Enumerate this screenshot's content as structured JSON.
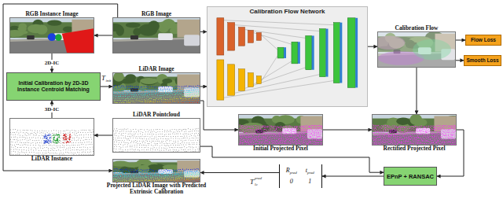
{
  "diagram": {
    "nodes": [
      {
        "text": [
          "RGB Instance Image"
        ]
      },
      {
        "text": [
          "RGB Image"
        ]
      },
      {
        "text": [
          "Calibration Flow Network"
        ]
      },
      {
        "text": [
          "Calibration Flow"
        ]
      },
      {
        "text": [
          "Flow Loss"
        ]
      },
      {
        "text": [
          "Smooth Loss"
        ]
      },
      {
        "text": [
          "Initial Calibration by 2D-3D Instance Centroid Matching"
        ]
      },
      {
        "text": [
          "LiDAR Image"
        ]
      },
      {
        "text": [
          "LiDAR Instance"
        ]
      },
      {
        "text": [
          "LiDAR Pointcloud"
        ]
      },
      {
        "text": [
          "Initial Projected Pixel"
        ]
      },
      {
        "text": [
          "Rectified Projected Pixel"
        ]
      },
      {
        "text": [
          "EPnP + RANSAC"
        ]
      },
      {
        "text": [
          "R",
          "pred",
          "t",
          "pred",
          "0",
          "1"
        ]
      },
      {
        "text": [
          "Projected LiDAR Image with Predicted Extrinsic Calibration"
        ]
      }
    ],
    "edges": [
      {
        "from": 1,
        "to": 0,
        "arrow": "to"
      },
      {
        "from": 0,
        "to": 6,
        "label": "2D-IC",
        "arrow": "to"
      },
      {
        "from": 9,
        "to": 8,
        "arrow": "to"
      },
      {
        "from": 8,
        "to": 6,
        "label": "3D-IC",
        "arrow": "to"
      },
      {
        "from": 6,
        "to": 7,
        "arrow": "to"
      },
      {
        "from": 1,
        "to": 2,
        "arrow": "to"
      },
      {
        "from": 7,
        "to": 2,
        "arrow": "to"
      },
      {
        "from": 7,
        "to": 10,
        "arrow": "to"
      },
      {
        "from": 2,
        "to": 3,
        "arrow": "to"
      },
      {
        "from": 3,
        "to": 4,
        "arrow": "to"
      },
      {
        "from": 3,
        "to": 5,
        "arrow": "to"
      },
      {
        "from": 3,
        "to": 11,
        "arrow": "to"
      },
      {
        "from": 10,
        "to": 11,
        "arrow": "to"
      },
      {
        "from": 11,
        "to": 12,
        "arrow": "to"
      },
      {
        "from": 12,
        "to": 13,
        "arrow": "to"
      },
      {
        "from": 13,
        "to": 14,
        "arrow": "to"
      },
      {
        "from": 9,
        "to": 12,
        "arrow": "to"
      },
      {
        "from": 1,
        "to": 14,
        "arrow": "to"
      }
    ],
    "labels": [
      "T",
      "init",
      "T",
      "lc",
      "pred"
    ]
  }
}
